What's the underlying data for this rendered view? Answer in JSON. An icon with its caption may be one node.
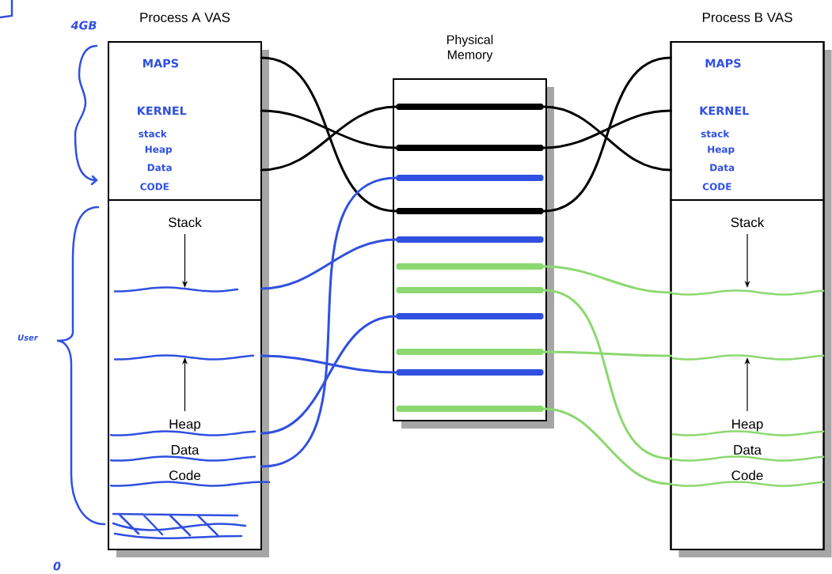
{
  "diagram": {
    "nodes": [
      {
        "text": [
          "Process A VAS"
        ]
      },
      {
        "text": [
          "MAPS",
          "KERNEL",
          "stack",
          "Heap",
          "Data",
          "CODE"
        ],
        "in": 0
      },
      {
        "text": [
          "Stack",
          "Heap",
          "Data",
          "Code"
        ],
        "in": 0
      },
      {
        "text": [
          "Physical Memory"
        ]
      },
      {
        "text": [],
        "shape": "bar",
        "in": 3
      },
      {
        "text": [],
        "shape": "bar",
        "in": 3
      },
      {
        "text": [],
        "shape": "bar",
        "in": 3
      },
      {
        "text": [],
        "shape": "bar",
        "in": 3
      },
      {
        "text": [],
        "shape": "bar",
        "in": 3
      },
      {
        "text": [],
        "shape": "bar",
        "in": 3
      },
      {
        "text": [],
        "shape": "bar",
        "in": 3
      },
      {
        "text": [],
        "shape": "bar",
        "in": 3
      },
      {
        "text": [],
        "shape": "bar",
        "in": 3
      },
      {
        "text": [],
        "shape": "bar",
        "in": 3
      },
      {
        "text": [],
        "shape": "bar",
        "in": 3
      },
      {
        "text": [
          "Process B VAS"
        ]
      },
      {
        "text": [
          "MAPS",
          "KERNEL",
          "stack",
          "Heap",
          "Data",
          "CODE"
        ],
        "in": 15
      },
      {
        "text": [
          "Stack",
          "Heap",
          "Data",
          "Code"
        ],
        "in": 15
      }
    ],
    "edges": [
      {
        "from": 1,
        "to": 7,
        "arrow": "none",
        "color": "#000000"
      },
      {
        "from": 1,
        "to": 5,
        "arrow": "none",
        "color": "#000000"
      },
      {
        "from": 1,
        "to": 4,
        "arrow": "none",
        "color": "#000000"
      },
      {
        "from": 16,
        "to": 7,
        "arrow": "none",
        "color": "#000000"
      },
      {
        "from": 16,
        "to": 5,
        "arrow": "none",
        "color": "#000000"
      },
      {
        "from": 16,
        "to": 4,
        "arrow": "none",
        "color": "#000000"
      },
      {
        "from": 2,
        "to": 8,
        "arrow": "none",
        "color": "#3050e0"
      },
      {
        "from": 2,
        "to": 13,
        "arrow": "none",
        "color": "#3050e0"
      },
      {
        "from": 2,
        "to": 11,
        "arrow": "none",
        "color": "#3050e0"
      },
      {
        "from": 2,
        "to": 6,
        "arrow": "none",
        "color": "#3050e0"
      },
      {
        "from": 9,
        "to": 17,
        "arrow": "none",
        "color": "#8cd870"
      },
      {
        "from": 10,
        "to": 17,
        "arrow": "none",
        "color": "#8cd870"
      },
      {
        "from": 12,
        "to": 17,
        "arrow": "none",
        "color": "#8cd870"
      },
      {
        "from": 14,
        "to": 17,
        "arrow": "none",
        "color": "#8cd870"
      }
    ],
    "labels": [
      "4GB",
      "User",
      "0"
    ]
  }
}
